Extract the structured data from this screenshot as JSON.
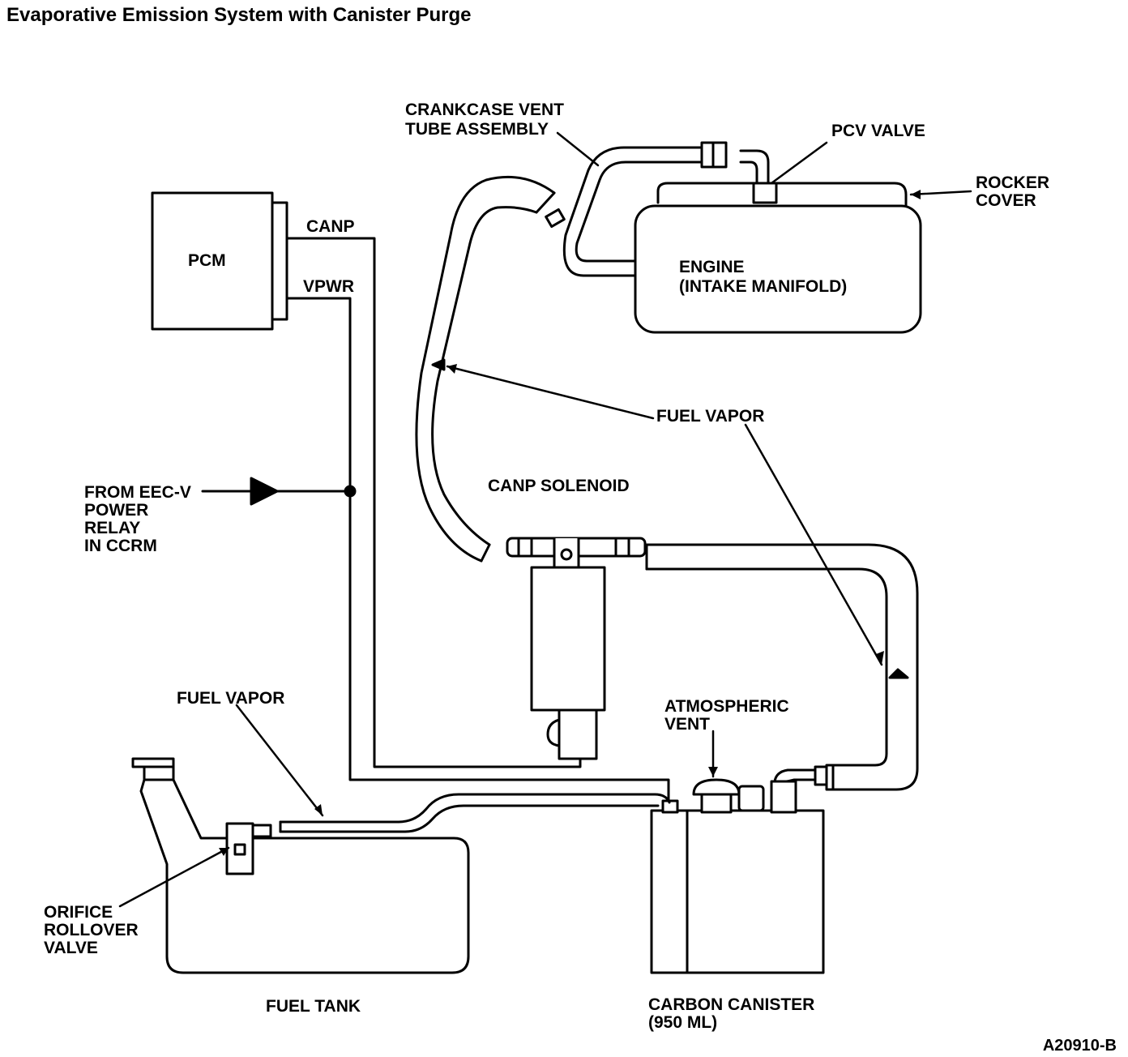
{
  "title": "Evaporative Emission System with Canister Purge",
  "labels": {
    "crankcase_vent": [
      "CRANKCASE VENT",
      "TUBE ASSEMBLY"
    ],
    "pcv_valve": [
      "PCV VALVE"
    ],
    "rocker_cover": [
      "ROCKER",
      "COVER"
    ],
    "pcm": [
      "PCM"
    ],
    "canp_wire": [
      "CANP"
    ],
    "vpwr_wire": [
      "VPWR"
    ],
    "engine": [
      "ENGINE",
      "(INTAKE MANIFOLD)"
    ],
    "fuel_vapor_upper": [
      "FUEL VAPOR"
    ],
    "canp_solenoid": [
      "CANP SOLENOID"
    ],
    "from_eec": [
      "FROM EEC-V",
      "POWER",
      "RELAY",
      "IN CCRM"
    ],
    "fuel_vapor_lower": [
      "FUEL VAPOR"
    ],
    "atmospheric_vent": [
      "ATMOSPHERIC",
      "VENT"
    ],
    "orifice_valve": [
      "ORIFICE",
      "ROLLOVER",
      "VALVE"
    ],
    "fuel_tank": [
      "FUEL TANK"
    ],
    "carbon_canister": [
      "CARBON CANISTER",
      "(950 ML)"
    ]
  },
  "figure_code": "A20910-B"
}
